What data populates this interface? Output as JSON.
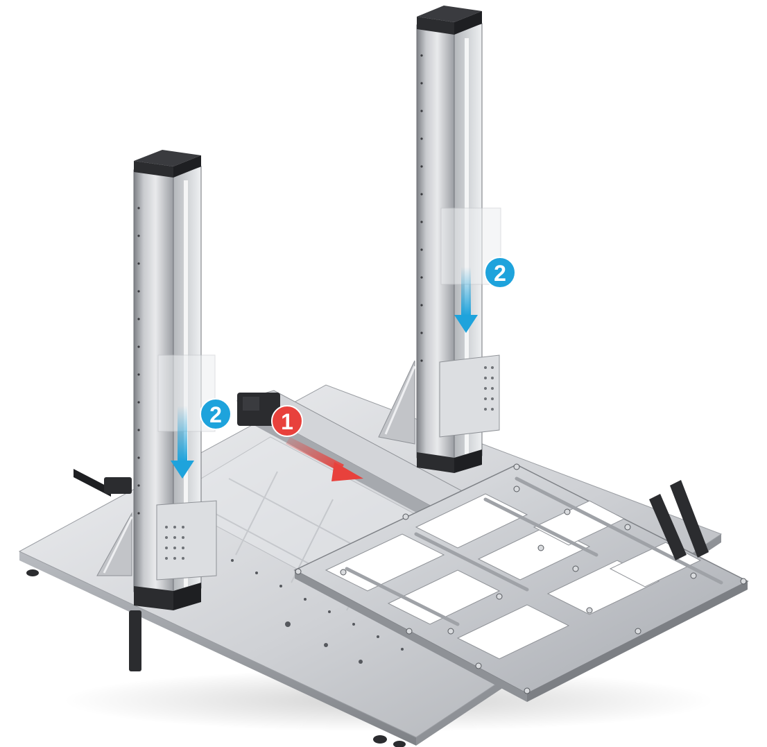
{
  "scene": {
    "subject": "linear-actuator-motion-rig",
    "background_color": "#ffffff"
  },
  "colors": {
    "aluminum_light": "#e9eaec",
    "aluminum_mid": "#c6c8cc",
    "aluminum_dark": "#8e9196",
    "endcap_dark": "#2b2c2f",
    "red_accent": "#e8413c",
    "blue_accent": "#1ea3dc"
  },
  "markers": {
    "step_1": {
      "label": "1",
      "color": "#e8413c",
      "arrow": "red-arrow",
      "direction": "diagonal-forward"
    },
    "step_2_left": {
      "label": "2",
      "color": "#1ea3dc",
      "arrow": "blue-arrow",
      "direction": "down"
    },
    "step_2_right": {
      "label": "2",
      "color": "#1ea3dc",
      "arrow": "blue-arrow",
      "direction": "down"
    }
  }
}
